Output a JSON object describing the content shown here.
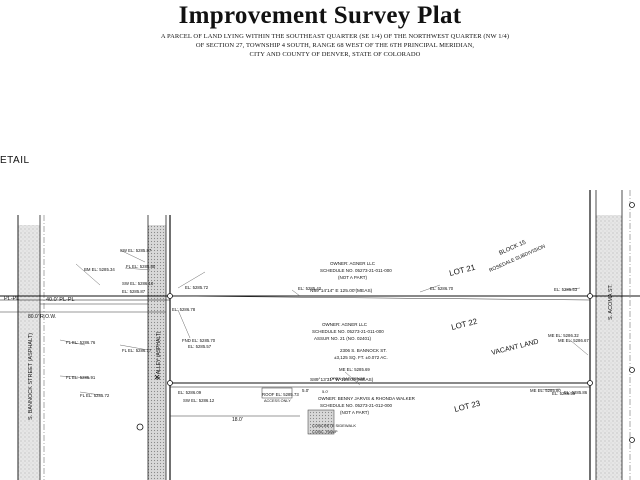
{
  "header": {
    "title": "Improvement Survey Plat",
    "subtitle_lines": [
      "A PARCEL OF LAND LYING WITHIN THE SOUTHEAST QUARTER (SE 1/4) OF THE NORTHWEST QUARTER (NW 1/4)",
      "OF SECTION 27, TOWNSHIP 4 SOUTH, RANGE 68 WEST OF THE 6TH PRINCIPAL MERIDIAN,",
      "CITY AND COUNTY OF DENVER, STATE OF COLORADO"
    ]
  },
  "detail_label": "ETAIL",
  "plat": {
    "lots": {
      "lot21": "LOT 21",
      "lot22": "LOT 22",
      "lot23": "LOT 23",
      "block": "BLOCK 15",
      "subdivision": "ROSEDALE SUBDIVISION",
      "vacant": "VACANT LAND"
    },
    "owner_north": [
      "OWNER: AGNER LLC",
      "SCHEDULE NO. 05273-21-011-000",
      "(NOT A PART)"
    ],
    "owner_center": [
      "OWNER: AGNER LLC",
      "SCHEDULE NO. 05273-21-011-000",
      "ASSUR NO. 21 (NO. 02401)"
    ],
    "owner_south": [
      "OWNER: BENNY JARVIS & RHONDA WALKER",
      "SCHEDULE NO. 05273-21-012-000",
      "(NOT A PART)"
    ],
    "address": [
      "2306 S. BANNOCK ST.",
      "±3,125 SQ. FT. ±0.072 AC."
    ],
    "bearings": {
      "north_line": "N89°14'14\" E  125.00'(MEAS)",
      "south_line": "S89°13'31\" W  125.00'(MEAS)"
    },
    "row_labels": {
      "pl_top": "40.0' PL-PL",
      "row_width": "80.0' R.O.W.",
      "pl_left": "PL-PL",
      "dim_bottom": "18.0'",
      "dim_small": "5.0'"
    },
    "street_left": "S. BANNOCK STREET (ASPHALT)",
    "alley": "S. ALLEY (ASPHALT)",
    "street_right": "S. ACOMA ST.",
    "elevations": [
      "EL: 5285.72",
      "EL: 5285.42",
      "EL: 5286.70",
      "EL: 5285.53",
      "EL: 5286.78",
      "EL: 5285.57",
      "EL: 5286.09",
      "EL: 5285.86",
      "ME EL: 5285.69",
      "ME EL: 5286.32",
      "ME EL: 5285.80",
      "BM EL: 5285.34",
      "FL EL: 5285.80",
      "FL EL: 5286.17",
      "FL EL: 5286.76",
      "FL EL: 5285.91",
      "FL EL: 5285.72",
      "SW EL: 5285.87",
      "SW EL: 5286.10",
      "SW EL: 5286.12",
      "ROOF EL: 5285.73",
      "FND EL: 5285.70",
      "EL: 5286.58",
      "ME EL: 5286.67",
      "EL: 5285.87"
    ],
    "notes": [
      "CONCRETE SIDEWALK",
      "OPEN BAR FENCE",
      "CONC. RAMP"
    ],
    "notes_small": [
      "ACCESS ONLY",
      "5.0'"
    ]
  }
}
